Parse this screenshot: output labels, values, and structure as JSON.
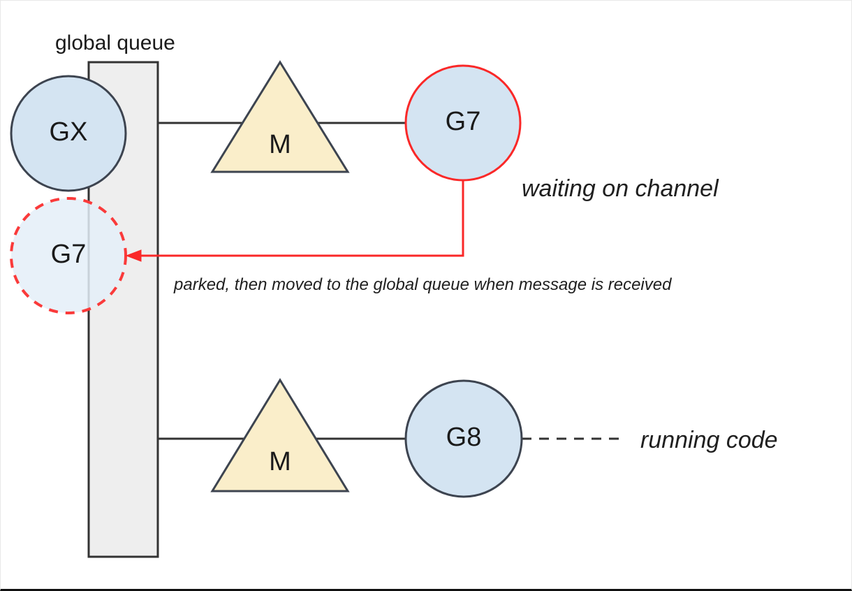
{
  "diagram": {
    "title_label": "global queue",
    "nodes": {
      "gx": {
        "label": "GX",
        "kind": "goroutine",
        "fill": "#d4e4f2",
        "stroke": "#3d4450"
      },
      "g7_running": {
        "label": "G7",
        "kind": "goroutine",
        "fill": "#d4e4f2",
        "stroke": "#fa2828"
      },
      "g7_parked": {
        "label": "G7",
        "kind": "goroutine-parked",
        "fill": "#e4eef8",
        "stroke": "#fa3a3a"
      },
      "g8": {
        "label": "G8",
        "kind": "goroutine",
        "fill": "#d4e4f2",
        "stroke": "#3d4450"
      },
      "m_top": {
        "label": "M",
        "kind": "machine",
        "fill": "#faeeca",
        "stroke": "#3d4450"
      },
      "m_bottom": {
        "label": "M",
        "kind": "machine",
        "fill": "#faeeca",
        "stroke": "#3d4450"
      }
    },
    "queue": {
      "label": "global queue",
      "fill": "#eeeeee",
      "stroke": "#333333"
    },
    "annotations": {
      "waiting": "waiting on channel",
      "parked": "parked, then moved to the global queue when message is received",
      "running": "running code"
    },
    "colors": {
      "accent_red": "#fa2828",
      "goroutine_blue": "#d4e4f2",
      "goroutine_blue_light": "#e4eef8",
      "machine_cream": "#faeeca",
      "queue_grey": "#eeeeee",
      "line_dark": "#333333"
    }
  }
}
